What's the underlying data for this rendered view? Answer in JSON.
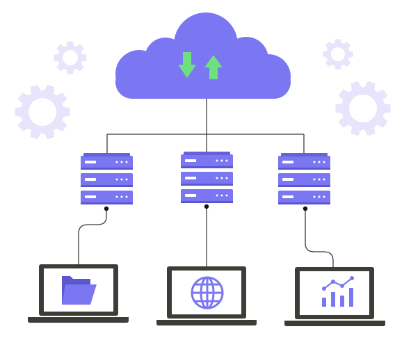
{
  "colors": {
    "cloud": "#7b76f2",
    "server_body": "#7b76f2",
    "server_top": "#6561d9",
    "server_shadow": "#5b57cf",
    "led": "#ffffff",
    "arrow": "#6fe07f",
    "gear": "#e6e5fb",
    "line": "#3b3b3b",
    "laptop_body": "#3d3d38",
    "laptop_screen": "#ffffff",
    "icon": "#7b76f2"
  },
  "icons": {
    "cloud": "cloud-icon",
    "transfer": "up-down-arrows-icon",
    "gears": "gear-icon",
    "servers": "server-icon",
    "laptops": "laptop-icon",
    "folder": "folder-icon",
    "globe": "globe-icon",
    "chart": "bar-chart-icon"
  },
  "nodes": {
    "servers": [
      "server-left",
      "server-center",
      "server-right"
    ],
    "laptops": [
      "laptop-files",
      "laptop-web",
      "laptop-analytics"
    ]
  }
}
